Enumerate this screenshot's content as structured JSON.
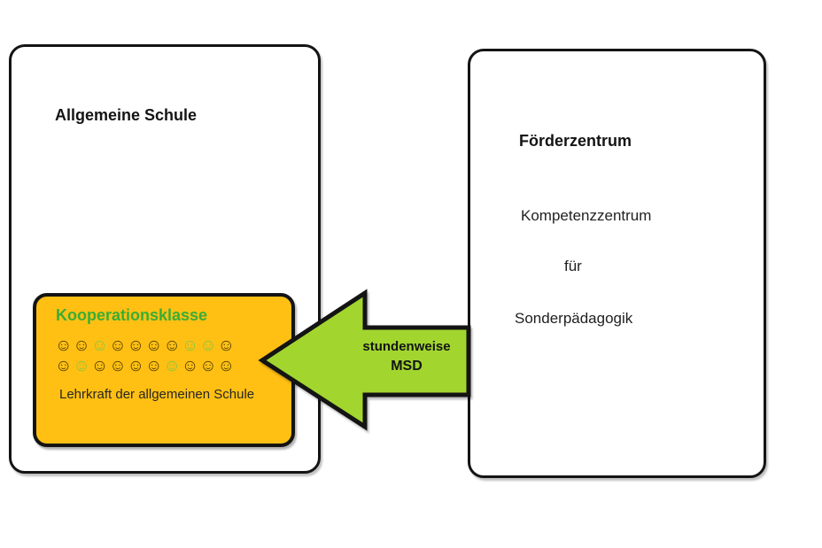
{
  "diagram_title": "",
  "left_box": {
    "title": "Allgemeine Schule"
  },
  "kooperationsklasse": {
    "title": "Kooperationsklasse",
    "title_color": "#3BAD36",
    "background_color": "#FFC013",
    "caption": "Lehrkraft der allgemeinen Schule",
    "smiley_icon": "☺",
    "smiley_colors": {
      "dark": "#5C4400",
      "green": "#8DC63F"
    },
    "smiley_rows": [
      [
        "dark",
        "dark",
        "green",
        "dark",
        "dark",
        "dark",
        "dark",
        "green",
        "green",
        "dark"
      ],
      [
        "dark",
        "green",
        "dark",
        "dark",
        "dark",
        "dark",
        "green",
        "dark",
        "dark",
        "dark"
      ]
    ]
  },
  "arrow": {
    "direction": "left",
    "color": "#A2D62F",
    "outline_color": "#141414",
    "label_line1": "stundenweise",
    "label_line2": "MSD"
  },
  "right_box": {
    "title": "Förderzentrum",
    "lines": [
      "Kompetenzzentrum",
      "für",
      "Sonderpädagogik"
    ]
  }
}
